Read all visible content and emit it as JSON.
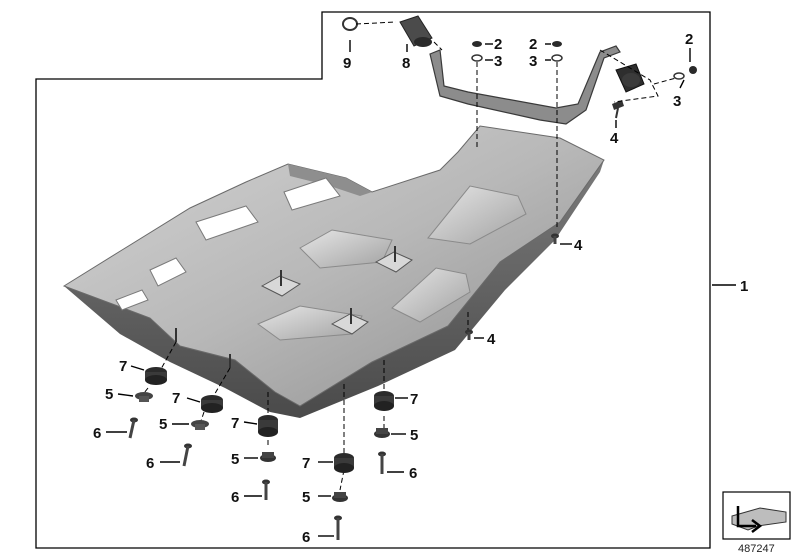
{
  "diagram": {
    "callouts": [
      "1",
      "2",
      "3",
      "4",
      "5",
      "6",
      "7",
      "8",
      "9"
    ],
    "diagram_id": "487247"
  },
  "colors": {
    "plate_light": "#c6c6c6",
    "plate_mid": "#9a9a9a",
    "plate_dark": "#5e5e5e",
    "plate_edge": "#3a3a3a",
    "part_dark": "#2b2b2b",
    "part_mid": "#6f6f6f"
  },
  "icons": [
    "direction-arrow-icon"
  ]
}
